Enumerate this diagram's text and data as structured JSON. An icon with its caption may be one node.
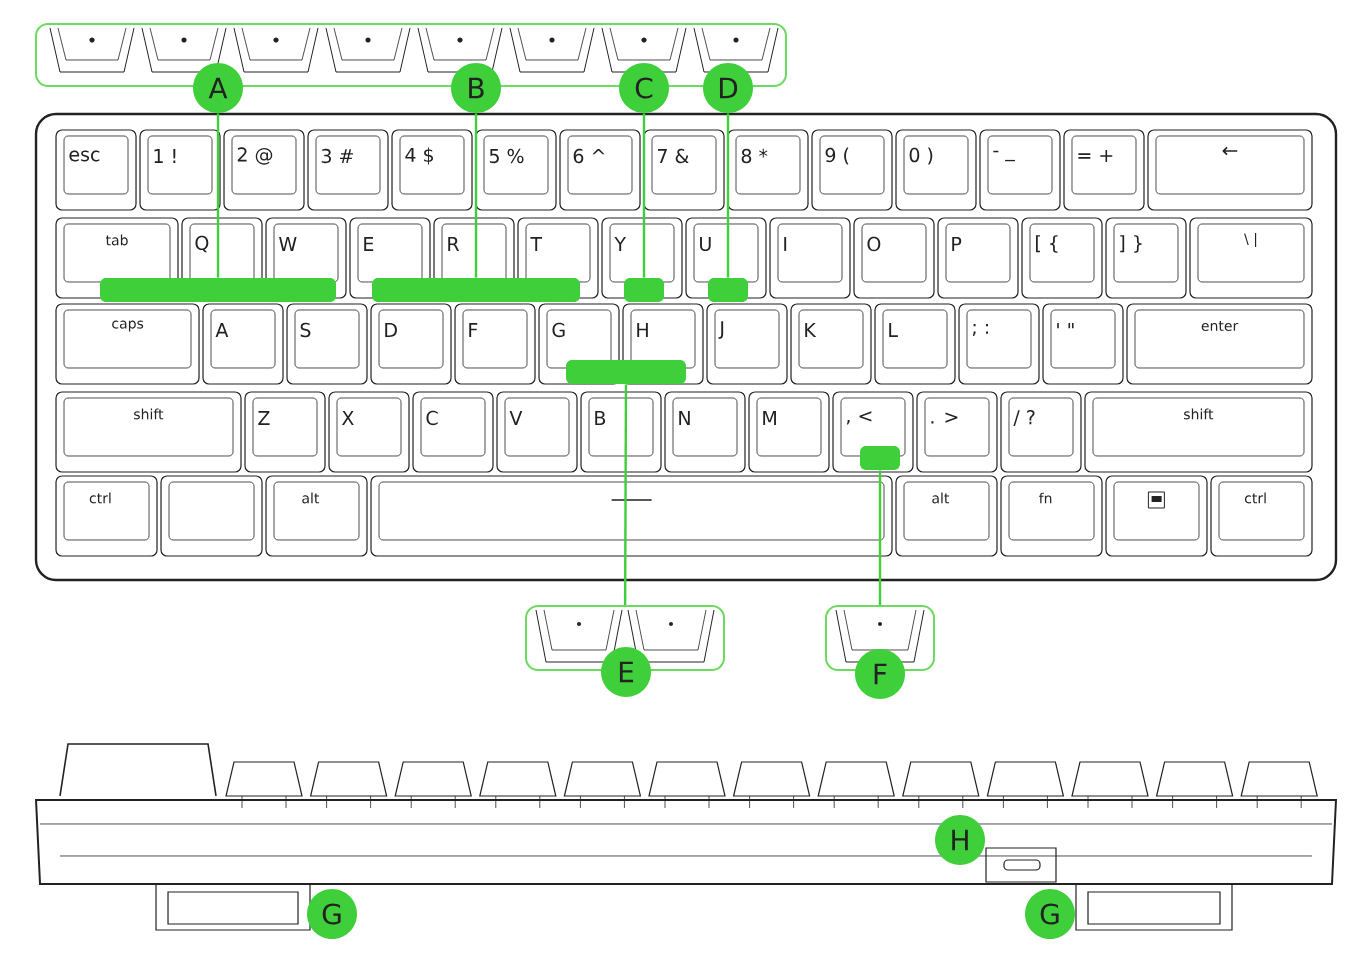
{
  "diagram": {
    "nodes": [
      {
        "text": [],
        "shape": "box"
      },
      {
        "text": [
          "A"
        ]
      },
      {
        "text": [
          "B"
        ]
      },
      {
        "text": [
          "C"
        ]
      },
      {
        "text": [
          "D"
        ]
      },
      {
        "text": [],
        "shape": "box"
      },
      {
        "text": [],
        "shape": "box"
      },
      {
        "text": [],
        "shape": "box"
      },
      {
        "text": [],
        "shape": "box"
      },
      {
        "text": [],
        "shape": "box"
      },
      {
        "text": [],
        "shape": "box"
      },
      {
        "text": [],
        "shape": "box"
      },
      {
        "text": [],
        "shape": "box"
      },
      {
        "text": [
          "E"
        ]
      },
      {
        "text": [
          "F"
        ]
      },
      {
        "text": [
          "H"
        ]
      },
      {
        "text": [
          "G"
        ]
      },
      {
        "text": [
          "G"
        ]
      }
    ],
    "edges": [
      {
        "from": 1,
        "to": 5,
        "arrow": "none"
      },
      {
        "from": 2,
        "to": 6,
        "arrow": "none"
      },
      {
        "from": 3,
        "to": 7,
        "arrow": "none"
      },
      {
        "from": 4,
        "to": 8,
        "arrow": "none"
      },
      {
        "from": 9,
        "to": 11,
        "arrow": "none"
      },
      {
        "from": 10,
        "to": 12,
        "arrow": "none"
      }
    ],
    "labels": [
      "esc",
      "1 !",
      "2 @",
      "3 #",
      "4 $",
      "5 %",
      "6 ^",
      "7 &",
      "8 *",
      "9 (",
      "0 )",
      "- _",
      "= +",
      "←",
      "tab",
      "Q",
      "W",
      "E",
      "R",
      "T",
      "Y",
      "U",
      "I",
      "O",
      "P",
      "[ {",
      "] }",
      "\\ |",
      "caps",
      "A",
      "S",
      "D",
      "F",
      "G",
      "H",
      "J",
      "K",
      "L",
      "; :",
      "' \"",
      "enter",
      "shift",
      "Z",
      "X",
      "C",
      "V",
      "B",
      "N",
      "M",
      ", <",
      ". >",
      "/ ?",
      "shift",
      "ctrl",
      "alt",
      "alt",
      "fn",
      "ctrl"
    ]
  }
}
